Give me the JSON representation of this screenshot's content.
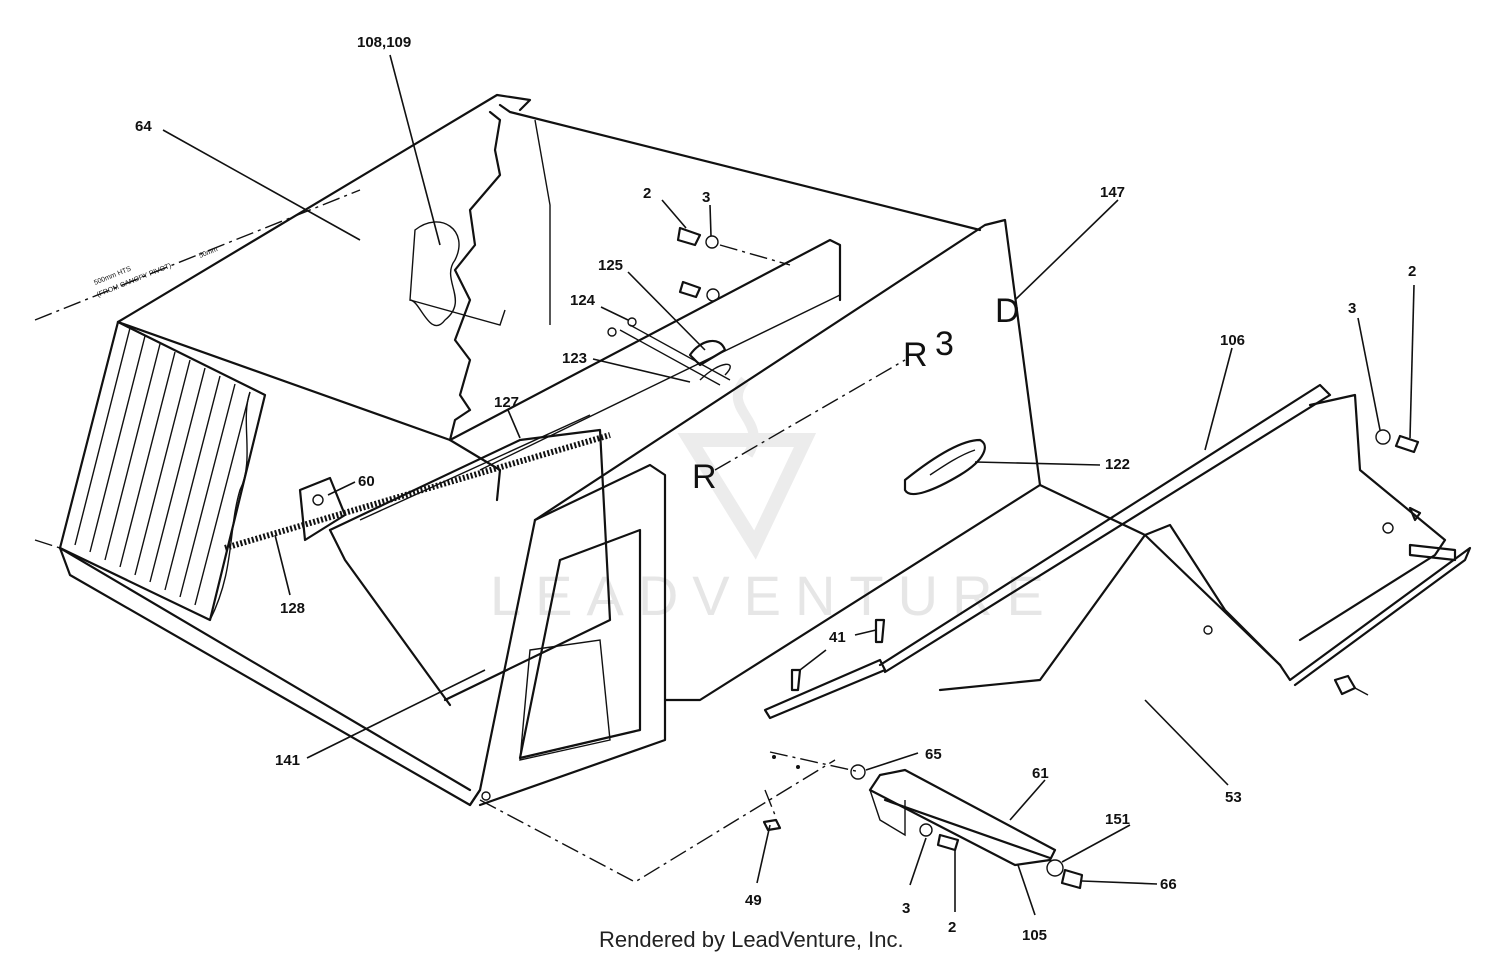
{
  "watermark": "LEADVENTURE",
  "footer": "Rendered by LeadVenture, Inc.",
  "decals": {
    "r_left": "R",
    "r_right": "R",
    "three": "3",
    "d": "D"
  },
  "dimension_notes": {
    "line1": "500mm HTS",
    "line2": "(FROM CANOPY PIVOT)",
    "line3": "50mm"
  },
  "callouts": [
    {
      "id": "c-108-109",
      "label": "108,109"
    },
    {
      "id": "c-64",
      "label": "64"
    },
    {
      "id": "c-2-top",
      "label": "2"
    },
    {
      "id": "c-3-top",
      "label": "3"
    },
    {
      "id": "c-125",
      "label": "125"
    },
    {
      "id": "c-124",
      "label": "124"
    },
    {
      "id": "c-123",
      "label": "123"
    },
    {
      "id": "c-127",
      "label": "127"
    },
    {
      "id": "c-147",
      "label": "147"
    },
    {
      "id": "c-2-right",
      "label": "2"
    },
    {
      "id": "c-3-right",
      "label": "3"
    },
    {
      "id": "c-106",
      "label": "106"
    },
    {
      "id": "c-122",
      "label": "122"
    },
    {
      "id": "c-60",
      "label": "60"
    },
    {
      "id": "c-128",
      "label": "128"
    },
    {
      "id": "c-41",
      "label": "41"
    },
    {
      "id": "c-141",
      "label": "141"
    },
    {
      "id": "c-65",
      "label": "65"
    },
    {
      "id": "c-61",
      "label": "61"
    },
    {
      "id": "c-53",
      "label": "53"
    },
    {
      "id": "c-151",
      "label": "151"
    },
    {
      "id": "c-66",
      "label": "66"
    },
    {
      "id": "c-49",
      "label": "49"
    },
    {
      "id": "c-3-bottom",
      "label": "3"
    },
    {
      "id": "c-2-bottom",
      "label": "2"
    },
    {
      "id": "c-105",
      "label": "105"
    }
  ]
}
